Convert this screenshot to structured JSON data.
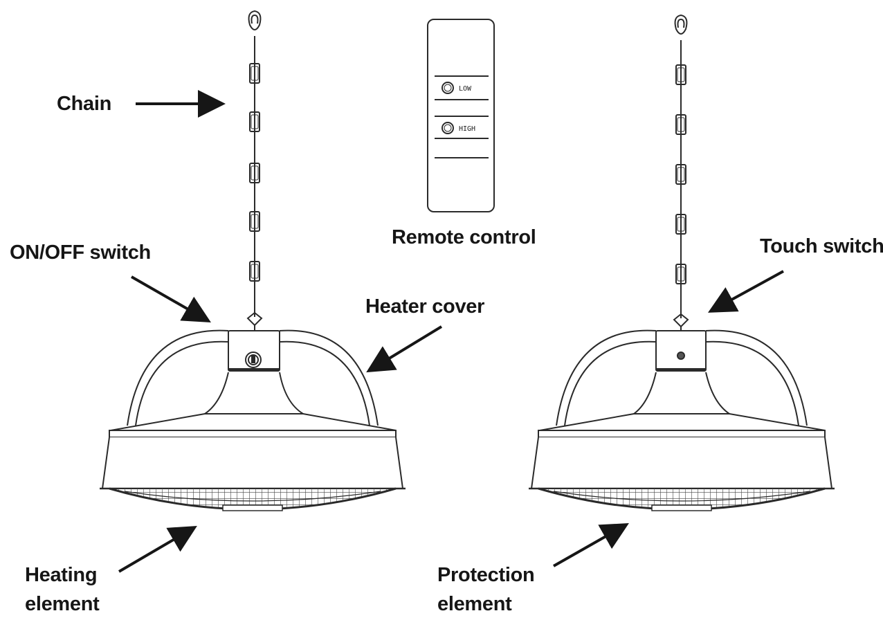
{
  "labels": {
    "chain": "Chain",
    "remote_control": "Remote control",
    "on_off_switch": "ON/OFF switch",
    "heater_cover": "Heater cover",
    "touch_switch": "Touch switch",
    "heating_element": "Heating\nelement",
    "protection_element": "Protection\nelement"
  },
  "remote": {
    "button_low": "LOW",
    "button_high": "HIGH"
  },
  "colors": {
    "ink": "#161616",
    "line": "#2a2a2a",
    "grille": "#3a3a3a",
    "background": "#ffffff"
  }
}
